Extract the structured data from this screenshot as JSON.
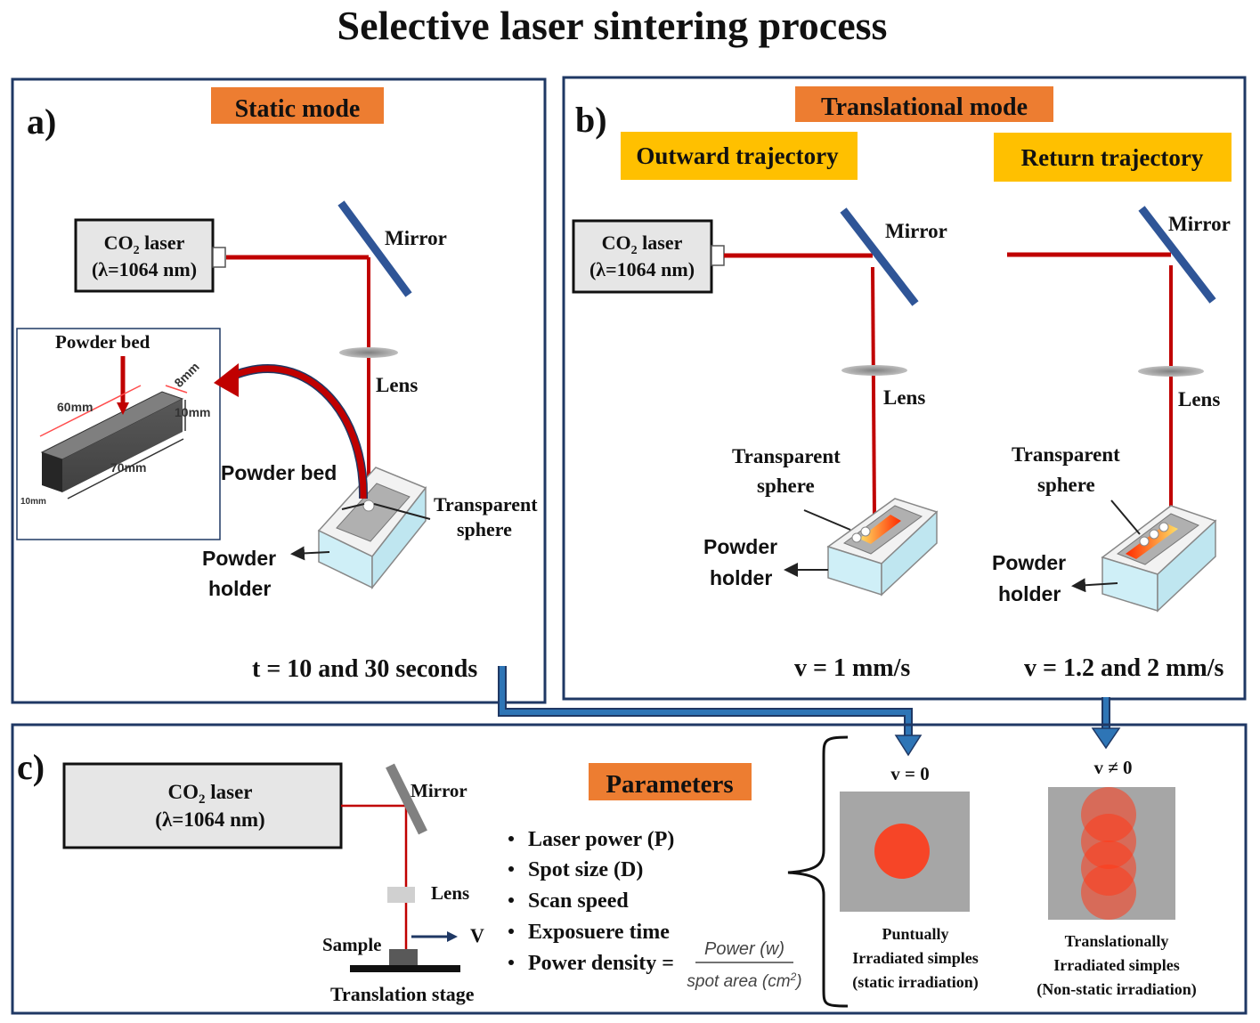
{
  "title": "Selective laser sintering process",
  "colors": {
    "panel_border": "#1f3864",
    "mode_label_bg": "#ed7d31",
    "trajectory_label_bg": "#ffc000",
    "laser_beam": "#c00000",
    "mirror": "#2f5597",
    "arrow_blue": "#2e75b6",
    "curved_arrow": "#c00000",
    "spot_gray": "#a6a6a6",
    "spot_red": "#ff3b1a",
    "holder_fill": "#dcf2f8"
  },
  "panel_a": {
    "letter": "a)",
    "mode_label": "Static mode",
    "laser_line1": "CO",
    "laser_sub": "2",
    "laser_line1_tail": " laser",
    "laser_line2": "(λ=1064 nm)",
    "mirror_label": "Mirror",
    "lens_label": "Lens",
    "powder_bed_label": "Powder bed",
    "transparent_sphere_label_1": "Transparent",
    "transparent_sphere_label_2": "sphere",
    "powder_holder_label_1": "Powder",
    "powder_holder_label_2": "holder",
    "time_label": "t = 10 and 30 seconds",
    "inset": {
      "title": "Powder bed",
      "dim_60": "60mm",
      "dim_8": "8mm",
      "dim_10_right": "10mm",
      "dim_70": "70mm",
      "dim_10_left": "10mm"
    }
  },
  "panel_b": {
    "letter": "b)",
    "mode_label": "Translational  mode",
    "outward_label": "Outward  trajectory",
    "return_label": "Return trajectory",
    "laser_line1": "CO",
    "laser_sub": "2",
    "laser_line1_tail": " laser",
    "laser_line2": "(λ=1064 nm)",
    "mirror_label_1": "Mirror",
    "mirror_label_2": "Mirror",
    "lens_label_1": "Lens",
    "lens_label_2": "Lens",
    "sphere_label_1a": "Transparent",
    "sphere_label_1b": "sphere",
    "sphere_label_2a": "Transparent",
    "sphere_label_2b": "sphere",
    "holder_label_1a": "Powder",
    "holder_label_1b": "holder",
    "holder_label_2a": "Powder",
    "holder_label_2b": "holder",
    "speed_outward": "v = 1 mm/s",
    "speed_return": "v = 1.2 and  2 mm/s"
  },
  "panel_c": {
    "letter": "c)",
    "laser_line1": "CO",
    "laser_sub": "2",
    "laser_line1_tail": " laser",
    "laser_line2": "(λ=1064 nm)",
    "mirror_label": "Mirror",
    "lens_label": "Lens",
    "sample_label": "Sample",
    "v_label": "V",
    "stage_label": "Translation  stage",
    "parameters_label": "Parameters",
    "bullets": [
      "Laser power (P)",
      "Spot size (D)",
      "Scan speed",
      "Exposuere time",
      "Power density ="
    ],
    "density_numerator": "Power (w)",
    "density_denominator": "spot area (cm",
    "density_denominator_sup": "2",
    "density_denominator_tail": ")",
    "static_v": "v = 0",
    "static_caption_1": "Puntually",
    "static_caption_2": "Irradiated  simples",
    "static_caption_3": "(static irradiation)",
    "moving_v": "v ≠ 0",
    "moving_caption_1": "Translationally",
    "moving_caption_2": "Irradiated  simples",
    "moving_caption_3": "(Non-static  irradiation)"
  }
}
